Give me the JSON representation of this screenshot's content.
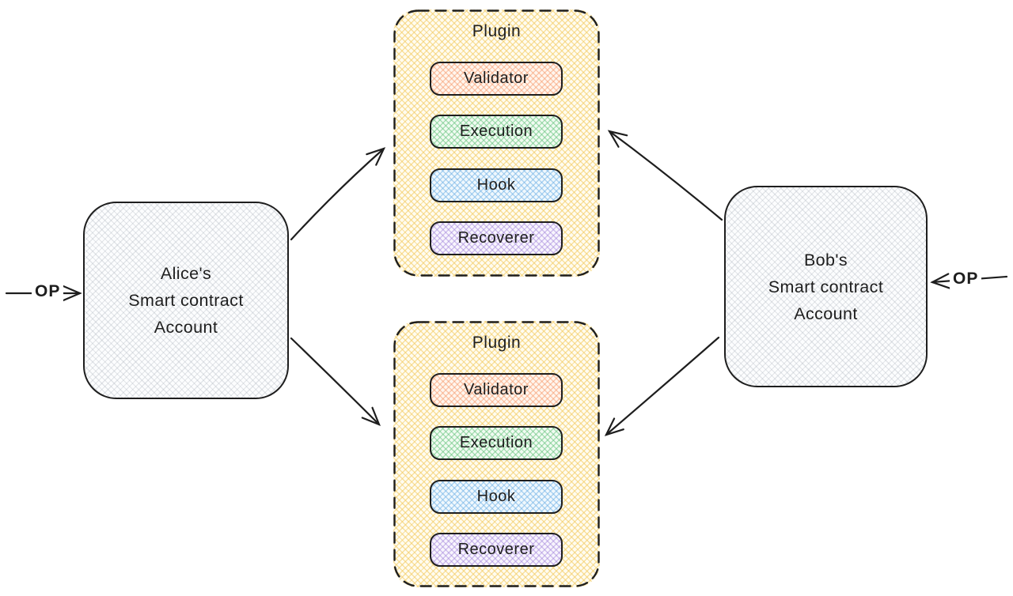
{
  "diagram": {
    "plugin_top": {
      "title": "Plugin",
      "modules": [
        {
          "label": "Validator"
        },
        {
          "label": "Execution"
        },
        {
          "label": "Hook"
        },
        {
          "label": "Recoverer"
        }
      ]
    },
    "plugin_bottom": {
      "title": "Plugin",
      "modules": [
        {
          "label": "Validator"
        },
        {
          "label": "Execution"
        },
        {
          "label": "Hook"
        },
        {
          "label": "Recoverer"
        }
      ]
    },
    "alice_account": {
      "lines": [
        "Alice's",
        "Smart contract",
        "Account"
      ]
    },
    "bob_account": {
      "lines": [
        "Bob's",
        "Smart contract",
        "Account"
      ]
    },
    "op_left": {
      "label": "OP"
    },
    "op_right": {
      "label": "OP"
    }
  },
  "colors": {
    "stroke": "#1e1e1e",
    "plugin_fill": "#fdf3c8",
    "validator_fill": "#ffd8b5",
    "execution_fill": "#b2f2bb",
    "hook_fill": "#a5d8ff",
    "recoverer_fill": "#d0bfff",
    "account_fill": "#f1f3f5",
    "canvas_background": "#ffffff"
  }
}
